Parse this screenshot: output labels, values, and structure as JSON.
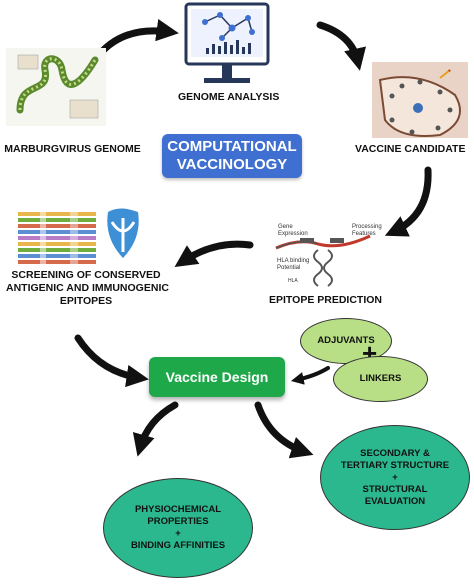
{
  "title": {
    "line1": "COMPUTATIONAL",
    "line2": "VACCINOLOGY"
  },
  "nodes": {
    "marburg": "MARBURGVIRUS GENOME",
    "genome_analysis": "GENOME ANALYSIS",
    "vaccine_candidate": "VACCINE CANDIDATE",
    "screening": {
      "line1": "SCREENING OF CONSERVED",
      "line2": "ANTIGENIC AND IMMUNOGENIC",
      "line3": "EPITOPES"
    },
    "epitope_prediction": "EPITOPE PREDICTION",
    "vaccine_design": "Vaccine Design",
    "adjuvants": "ADJUVANTS",
    "plus": "+",
    "linkers": "LINKERS",
    "structure": {
      "line1": "SECONDARY &",
      "line2": "TERTIARY STRUCTURE",
      "line3": "+",
      "line4": "STRUCTURAL",
      "line5": "EVALUATION"
    },
    "physio": {
      "line1": "PHYSIOCHEMICAL",
      "line2": "PROPERTIES",
      "line3": "+",
      "line4": "BINDING AFFINITIES"
    }
  },
  "epitope_figure": {
    "gene_expression": "Gene\nExpression",
    "processing_features": "Processing\nFeatures",
    "hla_binding": "HLA binding\nPotential",
    "hla": "HLA"
  },
  "colors": {
    "blue_box": "#3f6fd0",
    "green_box": "#1fa84a",
    "light_green": "#b8df86",
    "teal": "#2bb88e"
  }
}
